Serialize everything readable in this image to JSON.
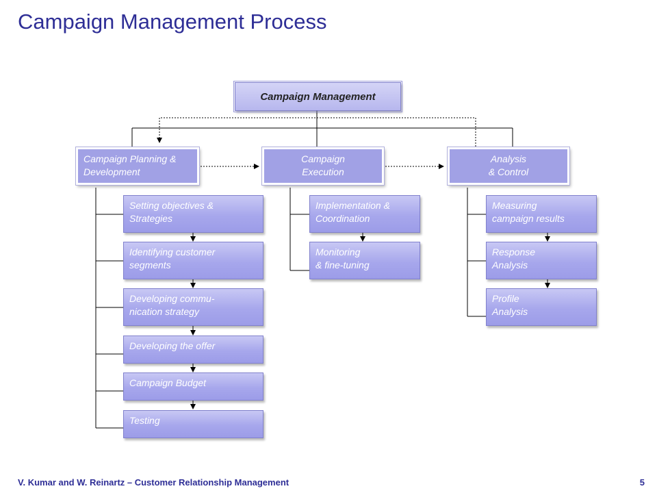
{
  "title": "Campaign Management Process",
  "root": {
    "label": "Campaign Management"
  },
  "branches": [
    {
      "label": "Campaign Planning &\nDevelopment",
      "steps": [
        "Setting objectives &\nStrategies",
        "Identifying customer\nsegments",
        "Developing commu-\nnication strategy",
        "Developing the offer",
        "Campaign Budget",
        "Testing"
      ]
    },
    {
      "label": "Campaign\nExecution",
      "steps": [
        "Implementation &\nCoordination",
        "Monitoring\n& fine-tuning"
      ]
    },
    {
      "label": "Analysis\n& Control",
      "steps": [
        "Measuring\ncampaign results",
        "Response\nAnalysis",
        "Profile\nAnalysis"
      ]
    }
  ],
  "footer": {
    "citation": "V. Kumar and W. Reinartz – Customer Relationship Management",
    "page_number": "5"
  },
  "colors": {
    "title": "#2E2E96",
    "box_fill": "#a7a7ec",
    "box_text": "#ffffff",
    "connector": "#000000"
  }
}
